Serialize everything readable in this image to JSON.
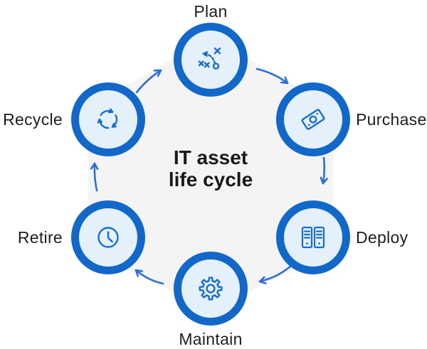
{
  "title": {
    "line1": "IT asset",
    "line2": "life cycle"
  },
  "nodes": [
    {
      "id": "plan",
      "label": "Plan",
      "icon": "strategy-icon"
    },
    {
      "id": "purchase",
      "label": "Purchase",
      "icon": "banknote-icon"
    },
    {
      "id": "deploy",
      "label": "Deploy",
      "icon": "servers-icon"
    },
    {
      "id": "maintain",
      "label": "Maintain",
      "icon": "gear-icon"
    },
    {
      "id": "retire",
      "label": "Retire",
      "icon": "clock-icon"
    },
    {
      "id": "recycle",
      "label": "Recycle",
      "icon": "recycle-icon"
    }
  ],
  "flow": [
    {
      "from": "Plan",
      "to": "Purchase"
    },
    {
      "from": "Purchase",
      "to": "Deploy"
    },
    {
      "from": "Deploy",
      "to": "Maintain"
    },
    {
      "from": "Maintain",
      "to": "Retire"
    },
    {
      "from": "Retire",
      "to": "Recycle"
    },
    {
      "from": "Recycle",
      "to": "Plan"
    }
  ],
  "colors": {
    "ring-blue": "#1268c9",
    "icon-blue": "#1a6ccb",
    "arrow-blue": "#2e6fd4",
    "node-fill": "#e4f1fa",
    "hex-fill": "#f4f4f5",
    "label-color": "#1e1e21",
    "title-color": "#19191b",
    "background": "#ffffff"
  }
}
